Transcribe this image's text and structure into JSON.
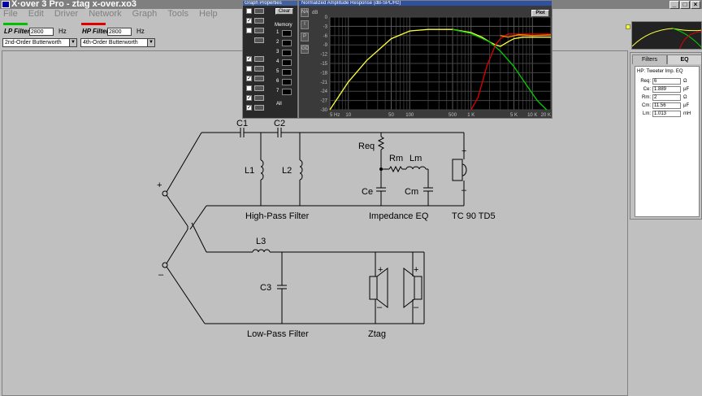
{
  "window": {
    "title": "X·over 3 Pro  -  ztag x-over.xo3",
    "min": "_",
    "max": "□",
    "close": "×"
  },
  "menu": [
    "File",
    "Edit",
    "Driver",
    "Network",
    "Graph",
    "Tools",
    "Help"
  ],
  "lp": {
    "label": "LP Filter:",
    "value": "2800",
    "unit": "Hz",
    "type": "2nd-Order Butterworth",
    "color": "#00c000"
  },
  "hp": {
    "label": "HP Filter:",
    "value": "2800",
    "unit": "Hz",
    "type": "4th-Order Butterworth",
    "color": "#e00000"
  },
  "graph_props": {
    "title": "Graph Properties",
    "clear": "Clear",
    "memory": "Memory",
    "mem_slots": [
      "1",
      "2",
      "3",
      "4",
      "5",
      "6",
      "7"
    ],
    "all": "All"
  },
  "graph": {
    "title": "Normalized Amplitude Response (dB-SPL/Hz)",
    "side": [
      "NA",
      "I",
      "P",
      "GD"
    ],
    "plot_btn": "Plot",
    "y_unit": "dB",
    "y_ticks": [
      "0",
      "-3",
      "-6",
      "-9",
      "-12",
      "-15",
      "-18",
      "-21",
      "-24",
      "-27",
      "-30"
    ],
    "x_ticks": [
      "5 Hz",
      "10",
      "50",
      "100",
      "500",
      "1 K",
      "5 K",
      "10 K",
      "20 K"
    ]
  },
  "chart_data": {
    "type": "line",
    "title": "Normalized Amplitude Response (dB-SPL/Hz)",
    "xscale": "log",
    "xlim": [
      5,
      20000
    ],
    "ylim": [
      -30,
      0
    ],
    "series": [
      {
        "color": "#ffff40",
        "x": [
          5,
          10,
          20,
          50,
          100,
          200,
          500,
          1000,
          1500,
          2000,
          2500,
          3000,
          4000,
          5000,
          7000,
          10000,
          15000,
          20000
        ],
        "y": [
          -30,
          -21,
          -14,
          -7,
          -4.5,
          -4,
          -4,
          -5,
          -6.5,
          -8,
          -9,
          -9.5,
          -8,
          -7,
          -6.5,
          -6.5,
          -6.5,
          -6.5
        ]
      },
      {
        "color": "#00d000",
        "x": [
          500,
          1000,
          2000,
          3000,
          5000,
          8000,
          12000,
          17000
        ],
        "y": [
          -4,
          -5.3,
          -8,
          -11,
          -16,
          -22,
          -27,
          -30
        ]
      },
      {
        "color": "#e00000",
        "x": [
          1000,
          1300,
          1800,
          2500,
          3000,
          4000,
          6000,
          10000,
          20000
        ],
        "y": [
          -30,
          -26,
          -16,
          -9,
          -7,
          -5.5,
          -5.5,
          -5.5,
          -5.5
        ]
      },
      {
        "color": "#ff9000",
        "x": [
          3000,
          4000,
          6000,
          10000,
          20000
        ],
        "y": [
          -6,
          -6.5,
          -5.7,
          -6,
          -5.8
        ]
      }
    ]
  },
  "eq_panel": {
    "tabs": [
      "Filters",
      "EQ"
    ],
    "title": "HP: Tweeter Imp. EQ",
    "rows": [
      {
        "label": "Req:",
        "value": "6",
        "unit": "Ω"
      },
      {
        "label": "Ce:",
        "value": "1.889",
        "unit": "µF"
      },
      {
        "label": "Rm:",
        "value": "2",
        "unit": "Ω"
      },
      {
        "label": "Cm:",
        "value": "11.56",
        "unit": "µF"
      },
      {
        "label": "Lm:",
        "value": "1.013",
        "unit": "mH"
      }
    ]
  },
  "circuit": {
    "labels": {
      "c1": "C1",
      "c2": "C2",
      "l1": "L1",
      "l2": "L2",
      "req": "Req",
      "rm": "Rm",
      "lm": "Lm",
      "ce": "Ce",
      "cm": "Cm",
      "hpf": "High-Pass Filter",
      "ieq": "Impedance EQ",
      "tc": "TC 90 TD5",
      "l3": "L3",
      "c3": "C3",
      "lpf": "Low-Pass Filter",
      "ztag": "Ztag",
      "plus": "+",
      "minus": "–"
    }
  }
}
